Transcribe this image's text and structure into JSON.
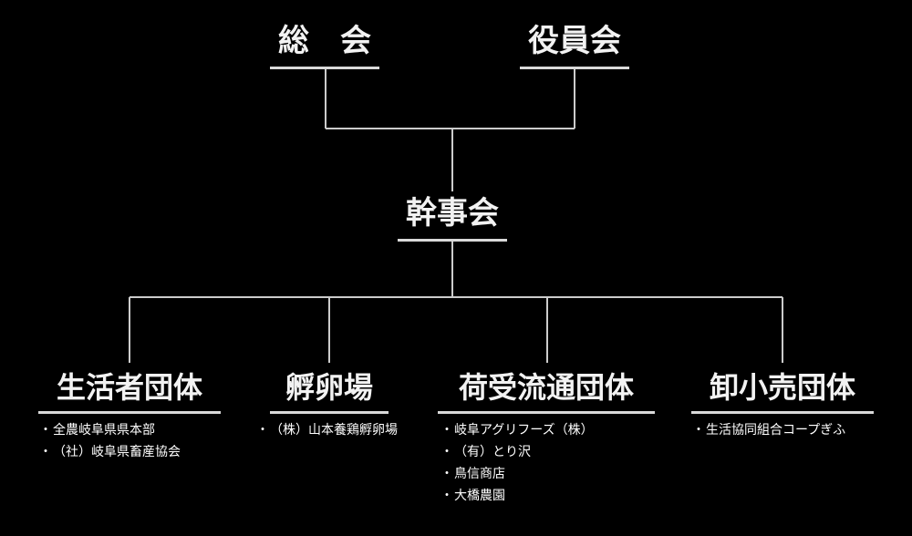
{
  "top": [
    {
      "label": "総　会"
    },
    {
      "label": "役員会"
    }
  ],
  "middle": {
    "label": "幹事会"
  },
  "groups": [
    {
      "label": "生活者団体",
      "members": [
        "全農岐阜県県本部",
        "（社）岐阜県畜産協会"
      ]
    },
    {
      "label": "孵卵場",
      "members": [
        "（株）山本養鶏孵卵場"
      ]
    },
    {
      "label": "荷受流通団体",
      "members": [
        "岐阜アグリフーズ（株）",
        "（有）とり沢",
        "鳥信商店",
        "大橋農園"
      ]
    },
    {
      "label": "卸小売団体",
      "members": [
        "生活協同組合コープぎふ"
      ]
    }
  ],
  "bullet": "・",
  "colors": {
    "background": "#000000",
    "line": "#cccccc",
    "text": "#ffffff"
  }
}
